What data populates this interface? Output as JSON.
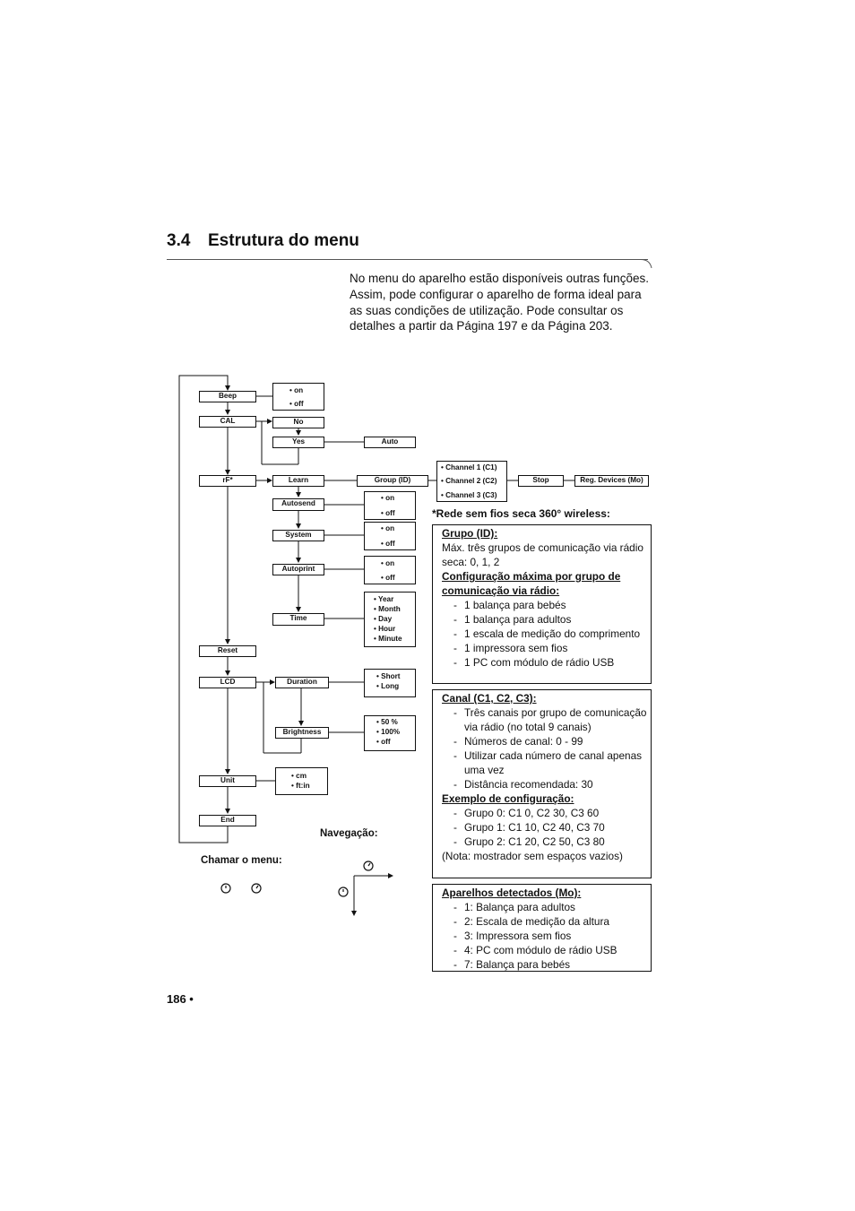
{
  "section": {
    "number": "3.4",
    "title": "Estrutura do menu"
  },
  "intro": "No menu do aparelho estão disponíveis outras funções. Assim, pode configurar o aparelho de forma ideal para as suas condições de utilização. Pode consultar os detalhes a partir da Página 197 e da Página 203.",
  "menu": {
    "beep": "Beep",
    "cal": "CAL",
    "rf": "rF*",
    "reset": "Reset",
    "lcd": "LCD",
    "unit": "Unit",
    "end": "End",
    "no": "No",
    "yes": "Yes",
    "auto": "Auto",
    "learn": "Learn",
    "group_id": "Group (ID)",
    "stop": "Stop",
    "reg_devices": "Reg. Devices (Mo)",
    "autosend": "Autosend",
    "system": "System",
    "autoprint": "Autoprint",
    "time": "Time",
    "duration": "Duration",
    "brightness": "Brightness",
    "beep_opts": [
      "• on",
      "• off"
    ],
    "channels": [
      "• Channel 1 (C1)",
      "• Channel 2 (C2)",
      "• Channel 3 (C3)"
    ],
    "autosend_opts": [
      "• on",
      "• off"
    ],
    "system_opts": [
      "• on",
      "• off"
    ],
    "autoprint_opts": [
      "• on",
      "• off"
    ],
    "time_opts": [
      "• Year",
      "• Month",
      "• Day",
      "• Hour",
      "• Minute"
    ],
    "duration_opts": [
      "• Short",
      "• Long"
    ],
    "brightness_opts": [
      "• 50 %",
      "• 100%",
      "• off"
    ],
    "unit_opts": [
      "• cm",
      "• ft:in"
    ]
  },
  "wireless_title": "*Rede sem fios seca 360° wireless:",
  "group_box": {
    "heading": "Grupo (ID):",
    "text": "Máx. três grupos de comunicação via rádio seca: 0, 1, 2",
    "heading2": "Configuração máxima por grupo de comunicação via rádio:",
    "items": [
      "1 balança para bebés",
      "1 balança para adultos",
      "1 escala de medição do comprimento",
      "1 impressora sem fios",
      "1 PC com módulo de rádio USB"
    ]
  },
  "channel_box": {
    "heading": "Canal (C1, C2, C3):",
    "items": [
      "Três canais por grupo de comunicação via rádio (no total 9 canais)",
      "Números de canal: 0 - 99",
      "Utilizar cada número de canal apenas uma vez",
      "Distância recomendada: 30"
    ],
    "heading2": "Exemplo de configuração:",
    "examples": [
      "Grupo 0: C1 0, C2 30, C3 60",
      "Grupo 1: C1 10, C2 40, C3 70",
      "Grupo 2: C1 20, C2 50, C3 80"
    ],
    "note": "(Nota: mostrador sem espaços vazios)"
  },
  "devices_box": {
    "heading": "Aparelhos detectados (Mo):",
    "items": [
      "1: Balança para adultos",
      "2: Escala de medição da altura",
      "3: Impressora sem fios",
      "4: PC com módulo de rádio USB",
      "7: Balança para bebés"
    ]
  },
  "nav_label": "Navegação:",
  "call_menu_label": "Chamar o menu:",
  "page_number": "186 •"
}
